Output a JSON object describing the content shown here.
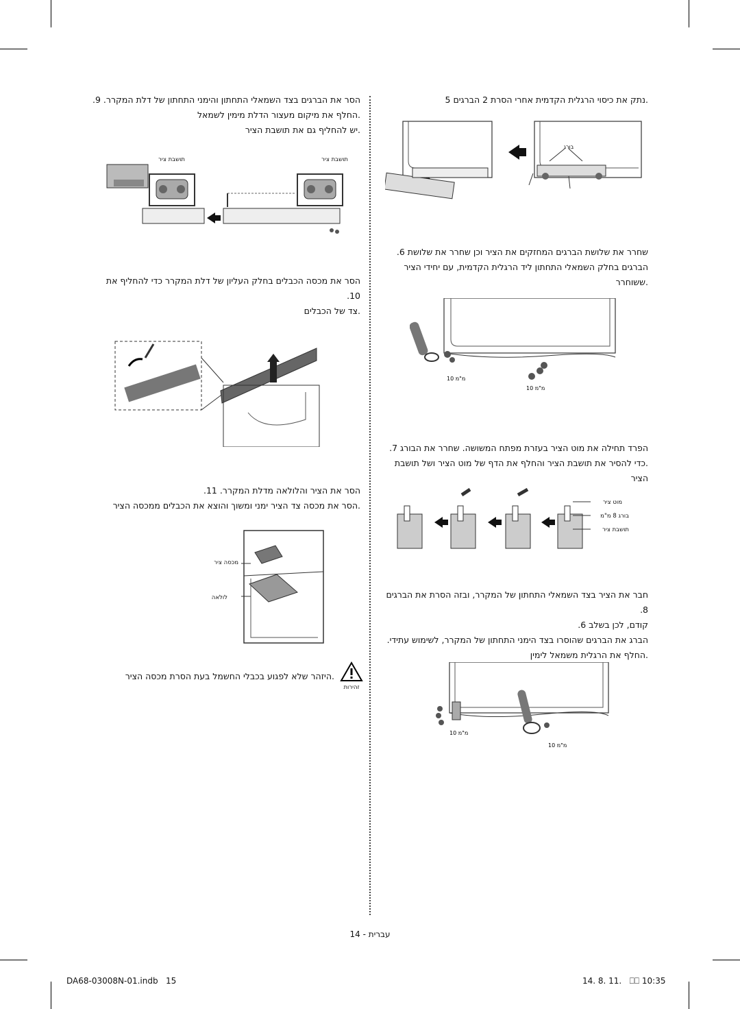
{
  "sections": {
    "s5": {
      "text": ".נתק את כיסוי הרגלית הקדמית אחרי הסרת 2 הברגים 5",
      "label_screw": "בורג"
    },
    "s6": {
      "line1": "שחרר את שלושת הברגים המחזקים את הציר וכן שחרר את שלושת 6.",
      "line2": "הברגים בחלק השמאלי התחתון ליד הרגלית הקדמית, עם יחידי הציר",
      "line3": ".ששוחרר",
      "label_mm1": "10 מ\"מ",
      "label_mm2": "10 מ\"מ"
    },
    "s7": {
      "line1": "הפרד תחילה את מוט הציר בעזרת מפתח המשושה. שחרר את הבורג 7.",
      "line2": ".כדי להסיר את תושבת הציר והחלף את הדף של מוט הציר ושל תושבת הציר",
      "label_rod": "מוט ציר",
      "label_bolt": "בורג 8 מ\"מ",
      "label_bracket": "תושבת ציר"
    },
    "s8": {
      "line1": "חבר את הציר בצד השמאלי התחתון של המקרר, ובזה הסרת את הברגים 8.",
      "line2": "קודם, לכן בשלב 6.",
      "line3": "הברג את הברגים שהוסרו בצד הימני התחתון של המקרר, לשימוש עתידי.",
      "line4": ".החלף את הרגלית משמאל לימין",
      "label_mm1": "10 מ\"מ",
      "label_mm2": "10 מ\"מ"
    },
    "s9": {
      "line1": "הסר את הברגים בצד השמאלי התחתון והימני התחתון של דלת המקרר. 9.",
      "line2": ".החלף את מיקום מעצור הדלת מימין לשמאל",
      "line3": ".יש להחליף גם את תושבת הציר",
      "label_a": "תושבת ציר",
      "label_b": "תושבת ציר"
    },
    "s10": {
      "line1": "הסר את מכסה הכבלים בחלק העליון של דלת המקרר כדי להחליף את 10.",
      "line2": ".צד של הכבלים"
    },
    "s11": {
      "line1": "הסר את הציר והלולאה מדלת המקרר. 11.",
      "line2": ".הסר את מכסה צד הציר ימני ומשוך והוצא את הכבלים ממכסה הציר",
      "label_cover": "מכסה ציר",
      "label_loop": "לולאה"
    },
    "warning": {
      "icon_label": "זהירות",
      "text": ".היזהר שלא לפגוע בכבלי החשמל בעת הסרת מכסה הציר"
    }
  },
  "page_number": "עברית - 14",
  "footer": {
    "left": "DA68-03008N-01.indb   15",
    "right": "14. 8. 11.   ⎕⎕ 10:35"
  }
}
